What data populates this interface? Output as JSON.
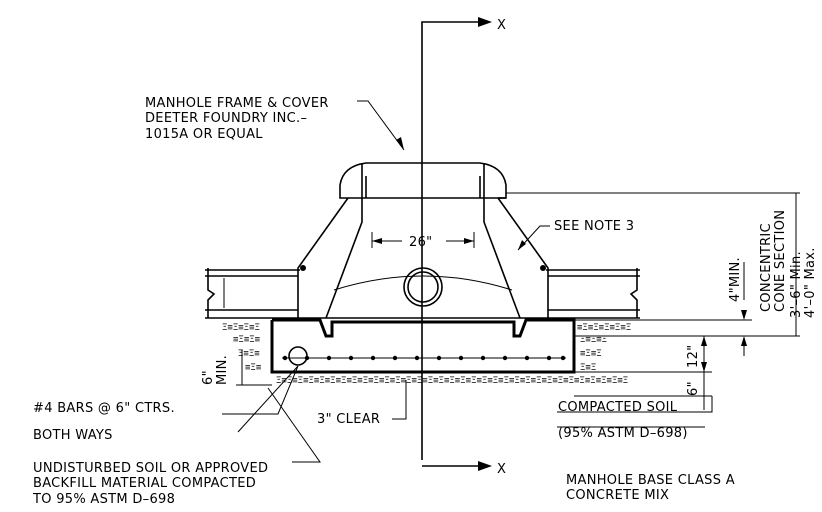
{
  "labels": {
    "section_top": "X",
    "section_bottom": "X",
    "frame_line1": "MANHOLE FRAME & COVER",
    "frame_line2": "DEETER FOUNDRY INC.–",
    "frame_line3": "1015A OR EQUAL",
    "see_note": "SEE NOTE 3",
    "dim_26": "26\"",
    "dim_4min": "4\"MIN.",
    "concentric_1": "CONCENTRIC",
    "concentric_2": "CONE SECTION",
    "dim_3_6": "3'–6\" Min.",
    "dim_4_0": "4'–0\" Max.",
    "dim_12": "12\"",
    "dim_6_right": "6\"",
    "dim_6_min_a": "6\"",
    "dim_6_min_b": "MIN.",
    "bars_1": "#4 BARS @ 6\" CTRS.",
    "bars_2": "BOTH WAYS",
    "clear": "3\" CLEAR",
    "compacted_1": "COMPACTED SOIL",
    "compacted_2": "(95% ASTM D–698)",
    "undisturbed_1": "UNDISTURBED SOIL OR APPROVED",
    "undisturbed_2": "BACKFILL MATERIAL COMPACTED",
    "undisturbed_3": "TO 95% ASTM D–698",
    "base_1": "MANHOLE BASE CLASS A",
    "base_2": "CONCRETE MIX"
  }
}
